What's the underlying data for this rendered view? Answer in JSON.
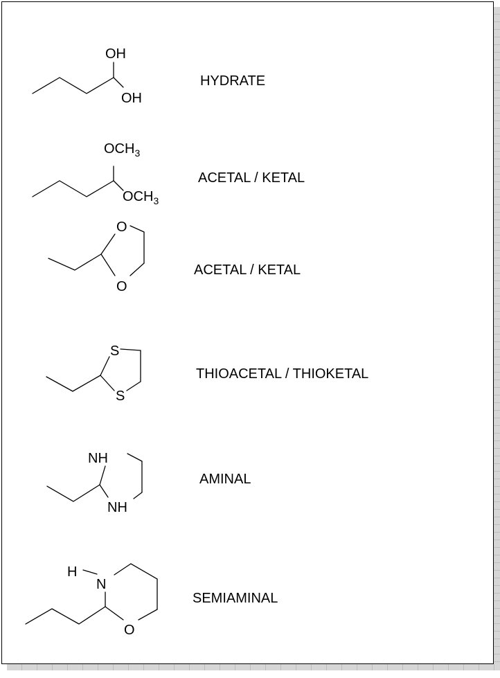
{
  "structures": [
    {
      "id": "hydrate",
      "label": "HYDRATE",
      "atoms": [
        "OH",
        "OH"
      ]
    },
    {
      "id": "dimethyl-acetal",
      "label": "ACETAL / KETAL",
      "atoms": [
        "OCH",
        "3",
        "OCH",
        "3"
      ]
    },
    {
      "id": "dioxolane",
      "label": "ACETAL / KETAL",
      "atoms": [
        "O",
        "O"
      ]
    },
    {
      "id": "dithiolane",
      "label": "THIOACETAL / THIOKETAL",
      "atoms": [
        "S",
        "S"
      ]
    },
    {
      "id": "imidazolidine",
      "label": "AMINAL",
      "atoms": [
        "NH",
        "NH"
      ]
    },
    {
      "id": "oxazinane",
      "label": "SEMIAMINAL",
      "atoms": [
        "H",
        "N",
        "O"
      ]
    }
  ]
}
